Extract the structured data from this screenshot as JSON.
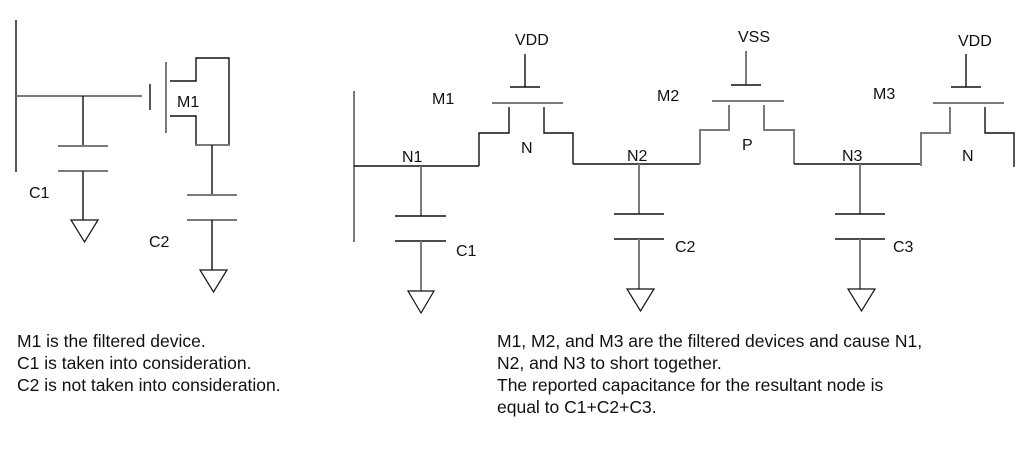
{
  "left_circuit": {
    "transistor_label": "M1",
    "cap1_label": "C1",
    "cap2_label": "C2"
  },
  "right_circuit": {
    "transistors": [
      {
        "name": "M1",
        "gate_supply": "VDD",
        "type_label": "N"
      },
      {
        "name": "M2",
        "gate_supply": "VSS",
        "type_label": "P"
      },
      {
        "name": "M3",
        "gate_supply": "VDD",
        "type_label": "N"
      }
    ],
    "nodes": [
      "N1",
      "N2",
      "N3"
    ],
    "capacitors": [
      "C1",
      "C2",
      "C3"
    ]
  },
  "captions": {
    "left": [
      "M1 is the filtered device.",
      "C1 is taken into consideration.",
      "C2 is not taken into consideration."
    ],
    "right": [
      "M1, M2, and M3 are the filtered devices and cause N1,",
      "N2, and N3 to short together.",
      "The reported capacitance for the resultant node is",
      "equal to C1+C2+C3."
    ]
  }
}
